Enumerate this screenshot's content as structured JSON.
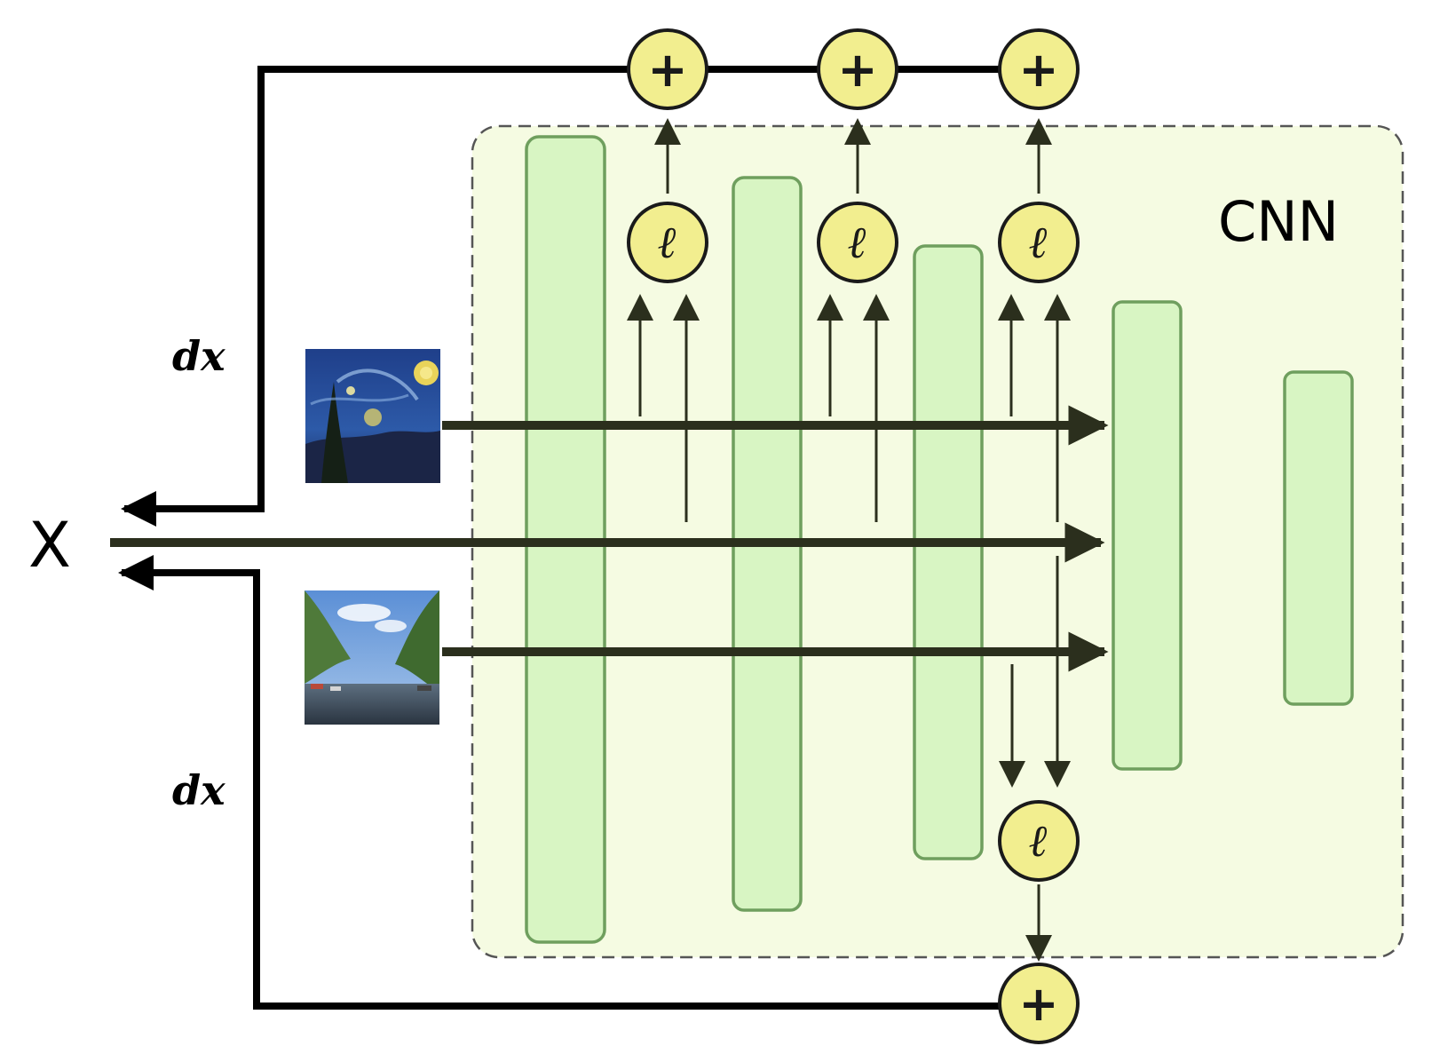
{
  "labels": {
    "input": "X",
    "network": "CNN",
    "gradient_top": "dx",
    "gradient_bottom": "dx",
    "loss_symbol": "ℓ",
    "sum_symbol": "+"
  },
  "images": {
    "style": "starry-night-thumbnail",
    "content": "canal-photo-thumbnail"
  },
  "colors": {
    "cnn_fill": "#f5fbe2",
    "layer_fill": "#d8f5c3",
    "layer_stroke": "#6f9f5e",
    "node_fill": "#f2ee8f",
    "line": "#2b2f1d",
    "main": "#000000"
  }
}
